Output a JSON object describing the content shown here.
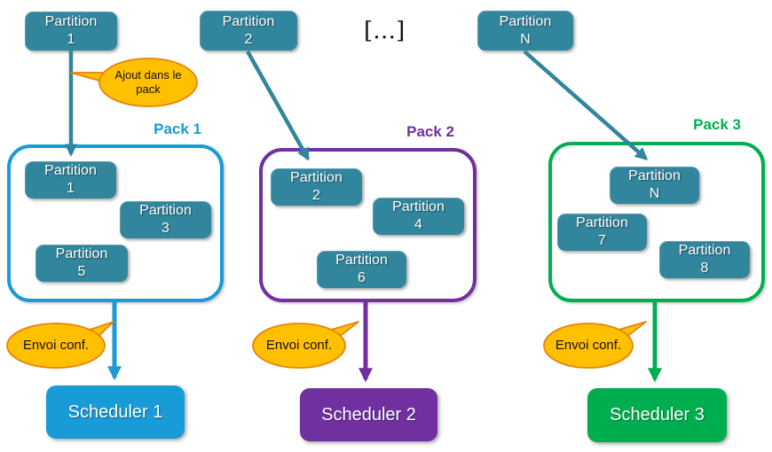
{
  "top_partitions": [
    {
      "line1": "Partition",
      "line2": "1"
    },
    {
      "line1": "Partition",
      "line2": "2"
    },
    {
      "line1": "Partition",
      "line2": "N"
    }
  ],
  "ellipsis_label": "[…]",
  "ajout_callout": {
    "text": "Ajout dans le pack"
  },
  "packs": [
    {
      "label": "Pack 1",
      "accent_color": "#189BD7",
      "partitions": [
        {
          "line1": "Partition",
          "line2": "1"
        },
        {
          "line1": "Partition",
          "line2": "3"
        },
        {
          "line1": "Partition",
          "line2": "5"
        }
      ],
      "envoi_callout": "Envoi conf.",
      "scheduler_label": "Scheduler 1"
    },
    {
      "label": "Pack 2",
      "accent_color": "#7030A0",
      "partitions": [
        {
          "line1": "Partition",
          "line2": "2"
        },
        {
          "line1": "Partition",
          "line2": "4"
        },
        {
          "line1": "Partition",
          "line2": "6"
        }
      ],
      "envoi_callout": "Envoi conf.",
      "scheduler_label": "Scheduler 2"
    },
    {
      "label": "Pack 3",
      "accent_color": "#00AE4F",
      "partitions": [
        {
          "line1": "Partition",
          "line2": "N"
        },
        {
          "line1": "Partition",
          "line2": "7"
        },
        {
          "line1": "Partition",
          "line2": "8"
        }
      ],
      "envoi_callout": "Envoi conf.",
      "scheduler_label": "Scheduler 3"
    }
  ],
  "colors": {
    "partition_fill": "#31859C",
    "arrow_teal": "#31859C",
    "callout_fill": "#FFC000",
    "callout_border": "#E8820C",
    "pack1_accent": "#189BD7",
    "pack2_accent": "#7030A0",
    "pack3_accent": "#00AE4F"
  }
}
